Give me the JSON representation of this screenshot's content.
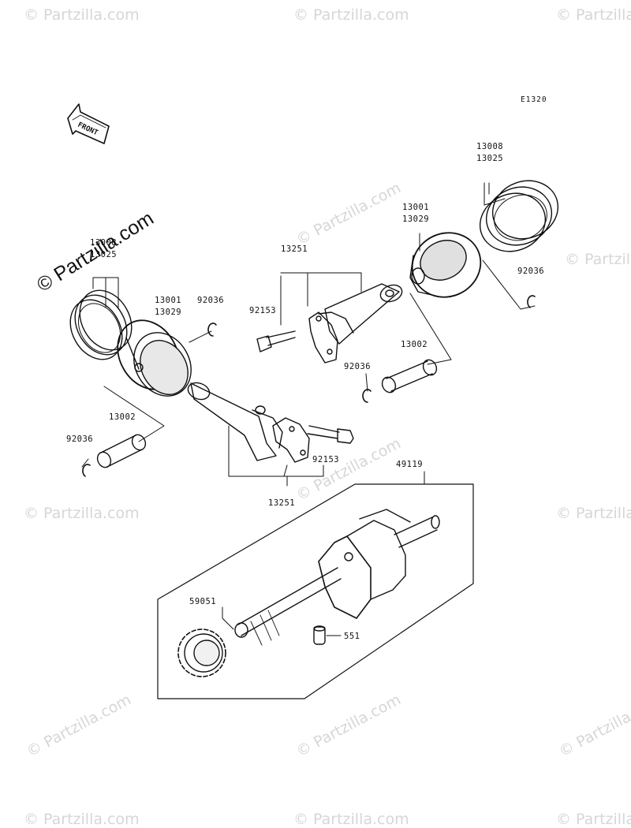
{
  "diagram": {
    "code": "E1320",
    "front_label": "FRONT",
    "watermark_main": "© Partzilla.com",
    "watermark_faint": "© Partzilla.com",
    "parts": {
      "ring_set_left_a": "13008",
      "ring_set_left_b": "13025",
      "piston_left_a": "13001",
      "piston_left_b": "13029",
      "circlip_left_upper": "92036",
      "circlip_left_lower": "92036",
      "pin_left": "13002",
      "rod_left": "13251",
      "bolt_left": "92153",
      "crankshaft": "49119",
      "gear": "59051",
      "dowel": "551",
      "rod_right": "13251",
      "bolt_right": "92153",
      "circlip_right_lower": "92036",
      "pin_right": "13002",
      "piston_right_a": "13001",
      "piston_right_b": "13029",
      "ring_set_right_a": "13008",
      "ring_set_right_b": "13025",
      "circlip_right_upper": "92036"
    }
  }
}
